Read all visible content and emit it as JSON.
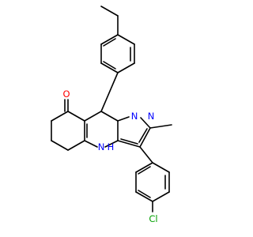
{
  "molecule": {
    "atoms": {
      "oxygen": "O",
      "n_pyrazole_1": "N",
      "n_pyrazole_2": "N",
      "nh": "N",
      "nh_h": "H",
      "chlorine": "Cl"
    },
    "colors": {
      "bond": "#000000",
      "oxygen": "#ff0000",
      "nitrogen": "#0000ff",
      "chlorine": "#00a000"
    }
  }
}
